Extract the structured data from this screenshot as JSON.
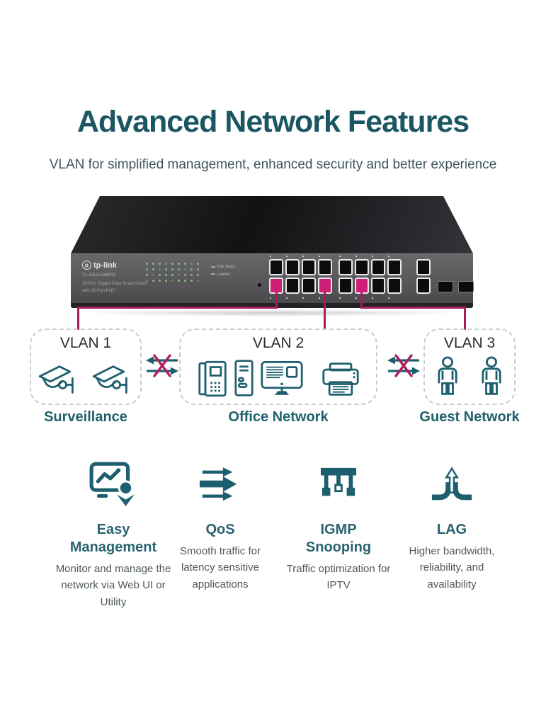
{
  "header": {
    "title": "Advanced Network Features",
    "subtitle": "VLAN for simplified management, enhanced security and better experience"
  },
  "switch": {
    "brand": "tp-link",
    "model": "TL-SG1218MPE",
    "description_line1": "16-Port Gigabit Easy Smart Switch",
    "description_line2": "with 16-Port PoE+",
    "legend": [
      "PoE Status",
      "Link/Act"
    ]
  },
  "vlans": [
    {
      "title": "VLAN 1",
      "label": "Surveillance",
      "devices": [
        "cctv-camera",
        "cctv-camera"
      ]
    },
    {
      "title": "VLAN 2",
      "label": "Office Network",
      "devices": [
        "ip-phone",
        "desktop-tower",
        "monitor",
        "printer"
      ]
    },
    {
      "title": "VLAN 3",
      "label": "Guest Network",
      "devices": [
        "person",
        "person"
      ]
    }
  ],
  "features": [
    {
      "icon": "easy-management-icon",
      "title": "Easy Management",
      "description": "Monitor and manage the network via Web UI or Utility"
    },
    {
      "icon": "qos-icon",
      "title": "QoS",
      "description": "Smooth traffic for latency sensitive applications"
    },
    {
      "icon": "igmp-snooping-icon",
      "title": "IGMP Snooping",
      "description": "Traffic optimization for IPTV"
    },
    {
      "icon": "lag-icon",
      "title": "LAG",
      "description": "Higher bandwidth, reliability, and availability"
    }
  ],
  "colors": {
    "title_teal": "#1b5763",
    "heading_teal": "#2a6371",
    "body_gray": "#4e575b",
    "icon_teal": "#1d5f6e",
    "magenta_line": "#a81b5f",
    "magenta_port": "#cf2077"
  }
}
